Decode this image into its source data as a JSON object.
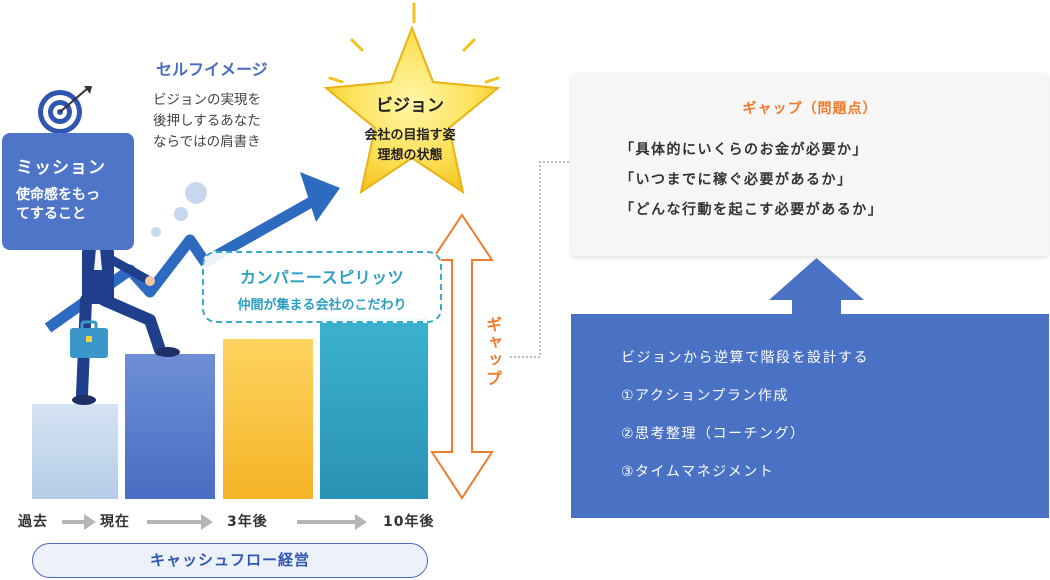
{
  "mission": {
    "title": "ミッション",
    "desc": [
      "使命感をもっ",
      "てすること"
    ]
  },
  "self_image": {
    "title": "セルフイメージ",
    "desc": [
      "ビジョンの実現を",
      "後押しするあなた",
      "ならではの肩書き"
    ]
  },
  "vision": {
    "title": "ビジョン",
    "desc": [
      "会社の目指す姿",
      "理想の状態"
    ]
  },
  "company_spirits": {
    "title": "カンパニースピリッツ",
    "desc": "仲間が集まる会社のこだわり"
  },
  "gap_label": "ギャップ",
  "timeline": [
    "過去",
    "現在",
    "3年後",
    "10年後"
  ],
  "cashflow_label": "キャッシュフロー経営",
  "gap_box": {
    "title": "ギャップ（問題点）",
    "items": [
      "「具体的にいくらのお金が必要か」",
      "「いつまでに稼ぐ必要があるか」",
      "「どんな行動を起こす必要があるか」"
    ]
  },
  "plan_box": {
    "heading": "ビジョンから逆算で階段を設計する",
    "steps": [
      "①アクションプラン作成",
      "②思考整理（コーチング）",
      "③タイムマネジメント"
    ]
  },
  "colors": {
    "blue": "#4a72c4",
    "orange": "#f07a2e",
    "teal": "#2a9fc3",
    "yellow": "#f5b326",
    "navy": "#2f56b0"
  }
}
